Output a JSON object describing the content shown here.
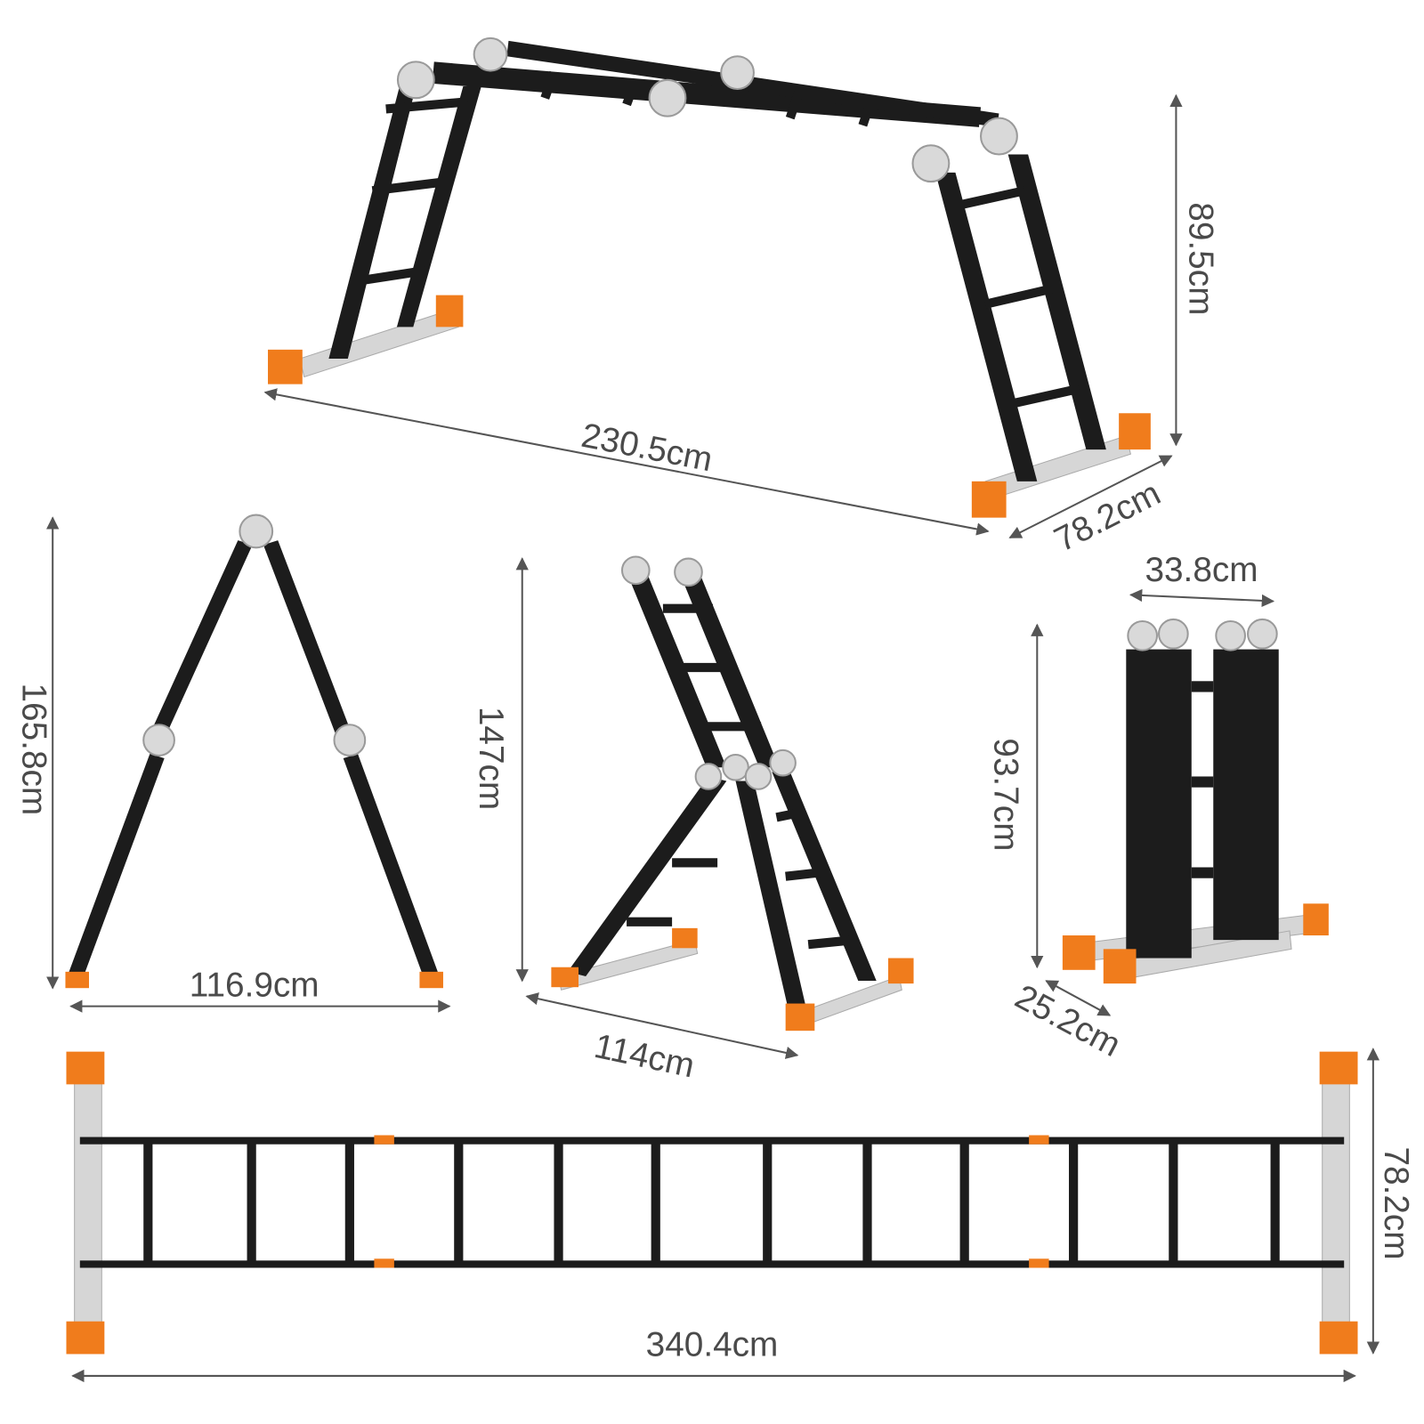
{
  "diagram": {
    "title": "Multi-position ladder dimensions",
    "colors": {
      "frame": "#1c1c1c",
      "accent": "#f07c1c",
      "metal": "#d6d6d6",
      "text": "#4a4a4a"
    },
    "views": {
      "platform": {
        "length": "230.5cm",
        "height": "89.5cm",
        "width": "78.2cm"
      },
      "a_frame": {
        "height": "165.8cm",
        "span": "116.9cm"
      },
      "stepladder": {
        "height": "147cm",
        "span": "114cm"
      },
      "folded": {
        "width": "33.8cm",
        "height": "93.7cm",
        "depth": "25.2cm"
      },
      "straight": {
        "width": "78.2cm",
        "length": "340.4cm"
      }
    }
  }
}
